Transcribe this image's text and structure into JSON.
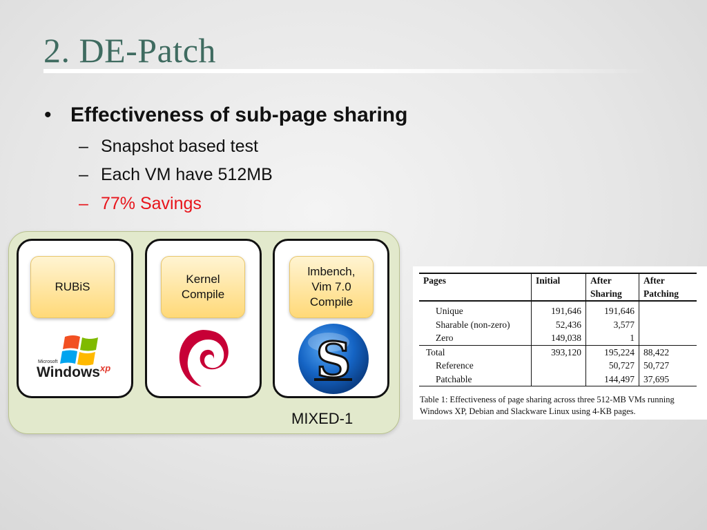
{
  "slide": {
    "title": "2. DE-Patch",
    "bullet": "Effectiveness of sub-page sharing",
    "subbullets": [
      {
        "text": "Snapshot based test",
        "color": "#111111"
      },
      {
        "text": "Each VM have 512MB",
        "color": "#111111"
      },
      {
        "text": "77% Savings",
        "color": "#e8141b"
      }
    ]
  },
  "diagram": {
    "label": "MIXED-1",
    "vms": [
      {
        "app": "RUBiS",
        "os_logo": "windows-xp-logo",
        "logo_text_1": "Microsoft",
        "logo_text_2": "Windows",
        "logo_text_3": "xp"
      },
      {
        "app": "Kernel\nCompile",
        "os_logo": "debian-swirl-logo"
      },
      {
        "app": "lmbench,\nVim 7.0\nCompile",
        "os_logo": "slackware-logo",
        "logo_text": "S"
      }
    ]
  },
  "table": {
    "headers": [
      "Pages",
      "Initial",
      "After\nSharing",
      "After\nPatching"
    ],
    "rows": [
      {
        "label": "Unique",
        "values": [
          "191,646",
          "191,646",
          ""
        ]
      },
      {
        "label": "Sharable (non-zero)",
        "values": [
          "52,436",
          "3,577",
          ""
        ]
      },
      {
        "label": "Zero",
        "values": [
          "149,038",
          "1",
          ""
        ]
      },
      {
        "label": "Total",
        "values": [
          "393,120",
          "195,224",
          "88,422"
        ]
      },
      {
        "label": "Reference",
        "values": [
          "",
          "50,727",
          "50,727"
        ]
      },
      {
        "label": "Patchable",
        "values": [
          "",
          "144,497",
          "37,695"
        ]
      }
    ],
    "caption": "Table 1: Effectiveness of page sharing across three 512-MB VMs running Windows XP, Debian and Slackware Linux using 4-KB pages."
  }
}
